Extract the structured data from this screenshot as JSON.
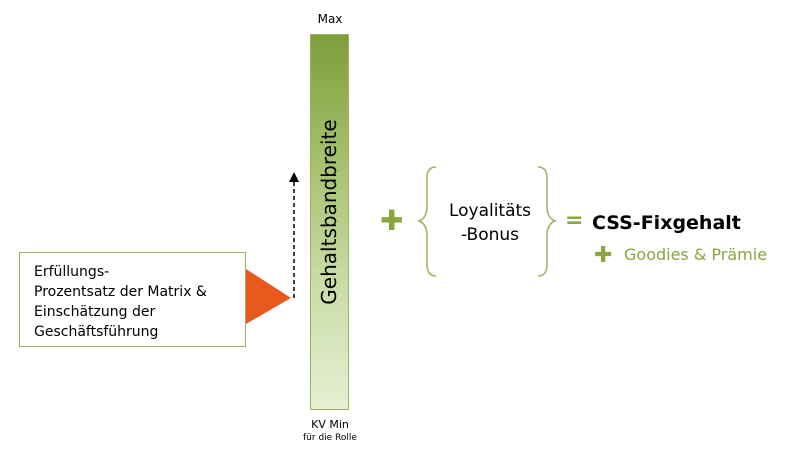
{
  "bar": {
    "top_label": "Max",
    "vertical_label": "Gehaltsbandbreite",
    "bottom_label": "KV Min",
    "bottom_sublabel": "für die Rolle"
  },
  "input": {
    "lines": [
      "Erfüllungs-",
      "Prozentsatz der Matrix &",
      "Einschätzung der",
      "Geschäftsführung"
    ]
  },
  "operators": {
    "plus": "✚",
    "equals": "="
  },
  "bonus": {
    "line1": "Loyalitäts",
    "line2": "-Bonus"
  },
  "result": {
    "label": "CSS-Fixgehalt",
    "extra": "Goodies & Prämie"
  },
  "colors": {
    "accent_green": "#8aa53f",
    "bar_top": "#7e9d3b",
    "bar_bottom": "#e6efd3",
    "arrow_orange": "#e8591e",
    "brace_green": "#9ab361"
  }
}
